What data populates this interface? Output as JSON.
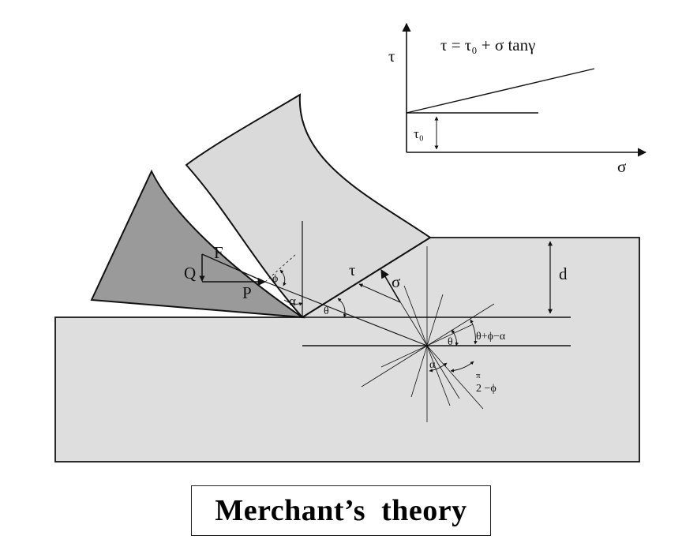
{
  "graph": {
    "equation": "τ = τ₀ + σ tanγ",
    "y_axis_label": "τ",
    "x_axis_label": "σ",
    "intercept_label": "τ₀"
  },
  "labels": {
    "F": "F",
    "Q": "Q",
    "P": "P",
    "phi": "ϕ",
    "alpha_tool": "α",
    "theta": "θ",
    "tau": "τ",
    "sigma": "σ",
    "depth": "d",
    "theta_center": "θ",
    "theta_phi_alpha": "θ+ϕ−α",
    "alpha_center": "α",
    "pi_over_2_minus_phi_num": "π",
    "pi_over_2_minus_phi_rest": "2 −ϕ"
  },
  "caption": "Merchant’s  theory",
  "colors": {
    "workpiece": "#dedede",
    "chip": "#dadada",
    "tool": "#9a9a9a",
    "stroke": "#111111"
  }
}
